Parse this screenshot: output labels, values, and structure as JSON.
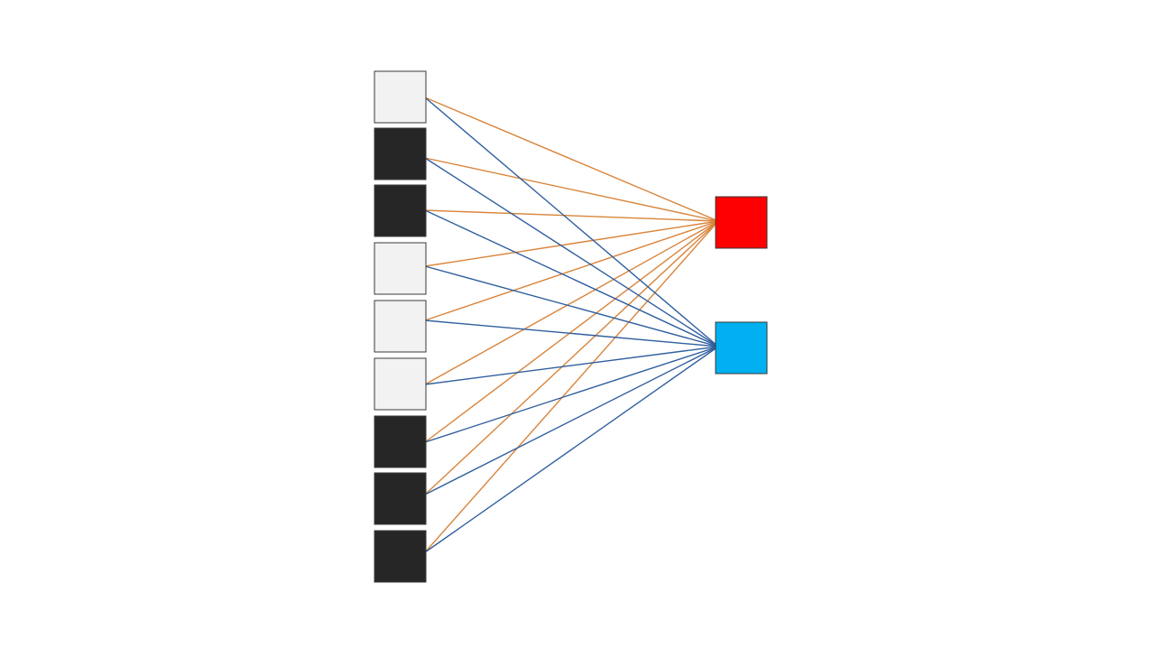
{
  "inputs": [
    {
      "state": "light"
    },
    {
      "state": "dark"
    },
    {
      "state": "dark"
    },
    {
      "state": "light"
    },
    {
      "state": "light"
    },
    {
      "state": "light"
    },
    {
      "state": "dark"
    },
    {
      "state": "dark"
    },
    {
      "state": "dark"
    }
  ],
  "outputs": [
    {
      "id": "red",
      "color": "#ff0000",
      "edge_color": "#d9843a"
    },
    {
      "id": "blue",
      "color": "#00b0f0",
      "edge_color": "#2f5f9e"
    }
  ],
  "colors": {
    "light": "#f2f2f2",
    "dark": "#262626",
    "border": "#3a3a3a",
    "background": "#ffffff"
  }
}
